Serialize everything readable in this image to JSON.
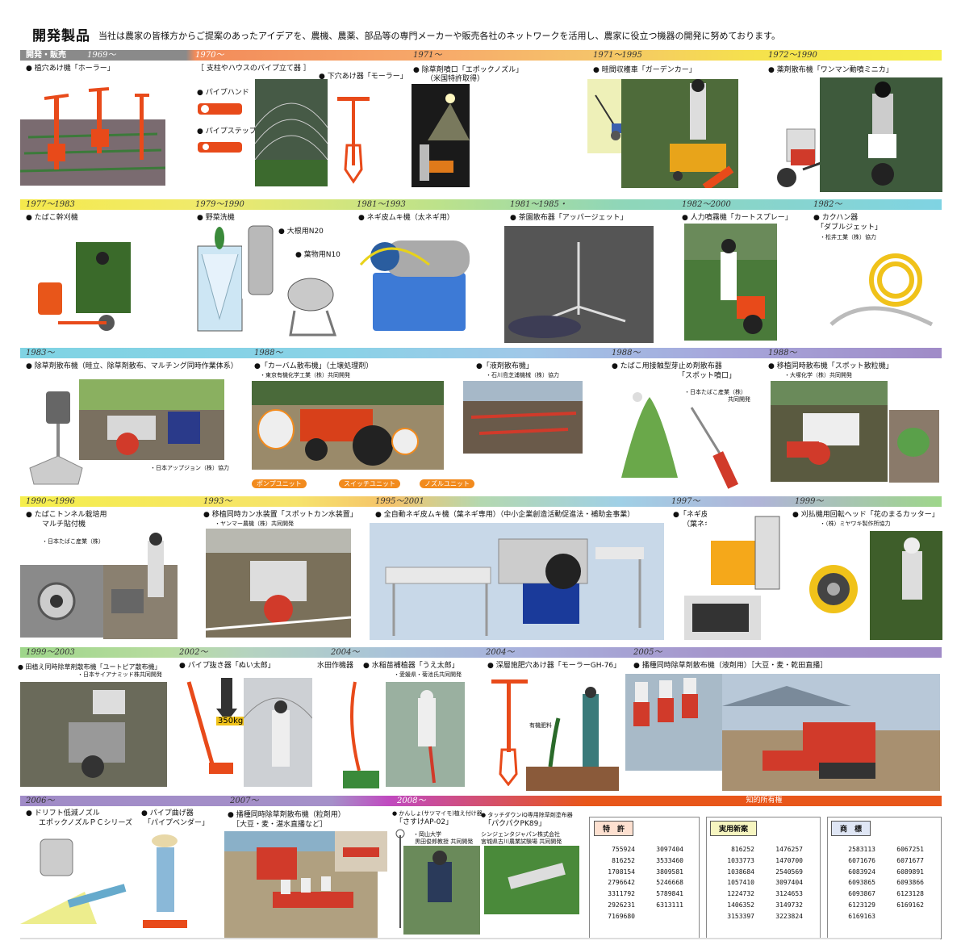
{
  "header": {
    "title": "開発製品",
    "description": "当社は農家の皆様方からご提案のあったアイデアを、農機、農薬、部品等の専門メーカーや販売各社のネットワークを活用し、農家に役立つ機器の開発に努めております。"
  },
  "row1": {
    "y0": "開発・販売",
    "years": [
      "1969〜",
      "1970〜",
      "1971〜",
      "1971〜1995",
      "1972〜1990"
    ],
    "labels": {
      "a": "● 植穴あけ機「ホーラー」",
      "b": "［ 支柱やハウスのパイプ立て器 ］",
      "b2": "● パイプハンド",
      "b3": "● パイプステップ",
      "c": "● 下穴あけ器「モーラー」",
      "d": "● 除草剤噴口「エポックノズル」",
      "d2": "（米国特許取得）",
      "e": "● 畦間収穫車「ガーデンカー」",
      "f": "● 薬剤散布機「ワンマン動噴ミニカ」"
    }
  },
  "row2": {
    "years": [
      "1977〜1983",
      "1979〜1990",
      "1981〜1993",
      "1981〜1985・",
      "1982〜2000",
      "1982〜"
    ],
    "labels": {
      "a": "● たばこ幹刈機",
      "b": "● 野菜洗機",
      "b2": "● 大根用N20",
      "b3": "● 葉物用N10",
      "c": "● ネギ皮ムキ機（太ネギ用）",
      "d": "● 茶園散布器「アッパージェット」",
      "e": "● 人力噴霧機「カートスプレー」",
      "f": "● カクハン器",
      "f2": "「ダブルジェット」",
      "f3": "・松井工業（株）協力"
    }
  },
  "row3": {
    "years": [
      "1983〜",
      "1988〜",
      "1988〜",
      "1988〜"
    ],
    "labels": {
      "a": "● 除草剤散布機（畦立、除草剤散布、マルチング同時作業体系）",
      "a2": "・日本アップジョン（株）協力",
      "b": "●「カーバム散布機」（土壌処理剤）",
      "b2": "・東京有機化学工業（株）共同開発",
      "c": "●「液剤散布機」",
      "c2": "・石川島芝浦機械（株）協力",
      "d": "● たばこ用接触型芽止め剤散布器",
      "d2": "「スポット噴口」",
      "d3": "・日本たばこ産業（株）",
      "d4": "共同開発",
      "e": "● 移植同時散布機「スポット散粒機」",
      "e2": "・大塚化学（株）共同開発"
    },
    "tags": [
      "ポンプユニット",
      "スイッチユニット",
      "ノズルユニット"
    ]
  },
  "row4": {
    "years": [
      "1990〜1996",
      "1993〜",
      "1995〜2001",
      "1997〜",
      "1999〜"
    ],
    "labels": {
      "a": "● たばこトンネル栽培用",
      "a2": "マルチ貼付機",
      "a3": "・日本たばこ産業（株）共同開発",
      "b": "● 移植同時カン水装置「スポットカン水装置」",
      "b2": "・ヤンマー農機（株）共同開発",
      "c": "● 全自動ネギ皮ムキ機（葉ネギ専用）（中小企業創造活動促進法・補助金事業）",
      "d": "●「ネギ皮ムキ機」",
      "d2": "（葉ネギ専用）",
      "e": "● 刈払機用回転ヘッド「花のまるカッター」",
      "e2": "・（株）ミヤワキ製作所協力"
    }
  },
  "row5": {
    "years": [
      "1999〜2003",
      "2002〜",
      "2004〜",
      "2004〜",
      "2005〜"
    ],
    "labels": {
      "a": "● 田植え同時除草剤散布機「ユートピア散布機」",
      "a2": "・日本サイアナミッド株共同開発",
      "b": "● パイプ抜き器「ぬい太郎」",
      "b2": "350kg",
      "c": "水田作機器",
      "c2": "● 水稲苗補植器「うえ太郎」",
      "c3": "・愛媛県・菊池氏共同開発",
      "d": "● 深層施肥穴あけ器「モーラーGH-76」",
      "d2": "有機肥料",
      "e": "● 播種同時除草剤散布機（液剤用）［大豆・麦・乾田直播］"
    }
  },
  "row6": {
    "years": [
      "2006〜",
      "2007〜",
      "2008〜"
    ],
    "ip_title": "知的所有権",
    "labels": {
      "a": "● ドリフト低減ノズル",
      "a2": "エポックノズルＰＣシリーズ",
      "b": "● パイプ曲げ器",
      "b2": "「パイプベンダー」",
      "c": "● 播種同時除草剤散布機（粒剤用）",
      "c2": "［大豆・麦・湛水直播など］",
      "d": "● かんしょ(サツマイモ)植え付け器",
      "d2": "「さすけAP-02」",
      "d3": "・岡山大学",
      "d4": "黒田俊郎教授 共同開発",
      "e": "● タッチダウンiQ専用除草剤塗布器",
      "e2": "「パクパクPK89」",
      "e3": "シンジェンタジャパン株式会社",
      "e4": "宮城県古川農業試験場 共同開発"
    },
    "patents": {
      "tokkyo": {
        "title": "特　許",
        "col1": [
          "755924",
          "816252",
          "1708154",
          "2796642",
          "3311792",
          "2926231",
          "7169680"
        ],
        "col2": [
          "3097404",
          "3533460",
          "3809581",
          "5246668",
          "5789841",
          "6313111"
        ]
      },
      "jitsuyo": {
        "title": "実用新案",
        "col1": [
          "816252",
          "1033773",
          "1038684",
          "1057410",
          "1224732",
          "1406352",
          "3153397"
        ],
        "col2": [
          "1476257",
          "1470700",
          "2540569",
          "3097404",
          "3124653",
          "3149732",
          "3223824"
        ]
      },
      "shohyo": {
        "title": "商　標",
        "col1": [
          "2583113",
          "6071676",
          "6083924",
          "6093865",
          "6093867",
          "6123129",
          "6169163"
        ],
        "col2": [
          "6067251",
          "6071677",
          "6089891",
          "6093866",
          "6123128",
          "6169162"
        ]
      }
    }
  },
  "colors": {
    "band_gray": "#8a8a8a",
    "band_orange": "#f2994a",
    "band_yellow": "#f5e94c",
    "band_cyan": "#7fd3e3",
    "band_purple": "#a08bc7",
    "band_green": "#9ed68a",
    "ip_red": "#e8561a",
    "product_red": "#e84a1a"
  }
}
